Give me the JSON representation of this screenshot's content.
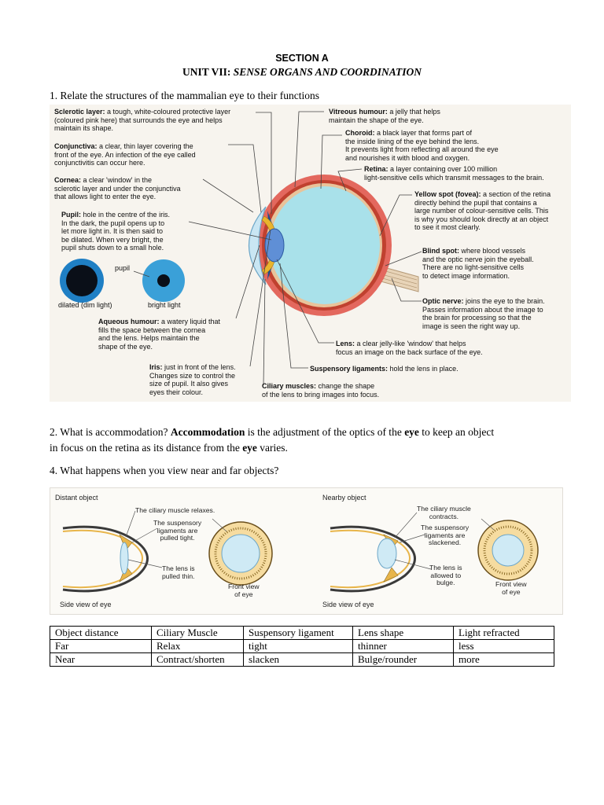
{
  "header": {
    "section": "SECTION A",
    "unit_prefix": "UNIT VII: ",
    "unit_title": "SENSE ORGANS AND COORDINATION"
  },
  "q1": "1. Relate the structures of the mammalian eye to their functions",
  "diagram1": {
    "sclerotic_term": "Sclerotic layer:",
    "sclerotic_text": " a tough, white-coloured protective layer\n(coloured pink here) that surrounds the eye and helps\nmaintain its shape.",
    "conjunctiva_term": "Conjunctiva:",
    "conjunctiva_text": " a clear, thin layer covering the\nfront of the eye. An infection of the eye called\nconjunctivitis can occur here.",
    "cornea_term": "Cornea:",
    "cornea_text": " a clear 'window' in the\nsclerotic layer and under the conjunctiva\nthat allows light to enter the eye.",
    "pupil_term": "Pupil:",
    "pupil_text": " hole in the centre of the iris.\nIn the dark, the pupil opens up to\nlet more light in. It is then said to\nbe dilated. When very bright, the\npupil shuts down to a small hole.",
    "pupil_label": "pupil",
    "dilated_label": "dilated (dim light)",
    "bright_label": "bright light",
    "aqueous_term": "Aqueous humour:",
    "aqueous_text": " a watery liquid that\nfills the space between the cornea\nand the lens. Helps maintain the\nshape of the eye.",
    "iris_term": "Iris:",
    "iris_text": " just in front of the lens.\nChanges size to control the\nsize of pupil. It also gives\neyes their colour.",
    "ciliary_term": "Ciliary muscles:",
    "ciliary_text": " change the shape\nof the lens to bring images into focus.",
    "vitreous_term": "Vitreous humour:",
    "vitreous_text": " a jelly that helps\nmaintain the shape of the eye.",
    "choroid_term": "Choroid:",
    "choroid_text": " a black layer that forms part of\nthe inside lining of the eye behind the lens.\nIt prevents light from reflecting all around the eye\nand nourishes it with blood and oxygen.",
    "retina_term": "Retina:",
    "retina_text": " a layer containing over 100 million\nlight-sensitive cells which transmit messages to the brain.",
    "yellow_term": "Yellow spot (fovea):",
    "yellow_text": " a section of  the retina\ndirectly behind the pupil that contains a\nlarge number of colour-sensitive cells. This\nis why you should look directly at an object\nto see it most clearly.",
    "blind_term": "Blind spot:",
    "blind_text": " where blood vessels\nand the optic nerve join the eyeball.\nThere are no light-sensitive cells\nto detect image information.",
    "optic_term": "Optic nerve:",
    "optic_text": " joins the eye to the brain.\nPasses information about the image to\nthe brain for processing so that the\nimage is seen the right way up.",
    "lens_term": "Lens:",
    "lens_text": " a clear jelly-like 'window' that helps\nfocus an image on the back surface of the eye.",
    "suspensory_term": "Suspensory ligaments:",
    "suspensory_text": " hold the lens in place."
  },
  "q2": {
    "prefix": "2. What is accommodation? ",
    "term": "Accommodation",
    "mid1": " is the adjustment of the optics of the ",
    "eye1": "eye",
    "mid2": " to keep an object",
    "line2a": "in focus on the retina as its distance from the ",
    "eye2": "eye",
    "line2b": " varies."
  },
  "q4": "4. What happens when you view near and far objects?",
  "diagram2": {
    "distant_title": "Distant object",
    "distant_ciliary": "The ciliary muscle relaxes.",
    "distant_ligaments": "The suspensory\nligaments are\npulled tight.",
    "distant_lens": "The lens is\npulled thin.",
    "distant_front": "Front view\nof eye",
    "distant_side": "Side view of eye",
    "nearby_title": "Nearby object",
    "nearby_ciliary": "The ciliary muscle\ncontracts.",
    "nearby_ligaments": "The suspensory\nligaments are\nslackened.",
    "nearby_lens": "The lens is\nallowed to\nbulge.",
    "nearby_front": "Front view\nof eye",
    "nearby_side": "Side view of eye"
  },
  "table": {
    "headers": [
      "Object distance",
      "Ciliary Muscle",
      "Suspensory ligament",
      "Lens shape",
      "Light refracted"
    ],
    "rows": [
      [
        "Far",
        "Relax",
        "tight",
        "thinner",
        "less"
      ],
      [
        "Near",
        "Contract/shorten",
        "slacken",
        "Bulge/rounder",
        "more"
      ]
    ]
  },
  "colors": {
    "sclera": "#e3685e",
    "vitreous": "#a9e1ea",
    "cornea": "#c9e6f3",
    "lens": "#5f8fd6",
    "ciliary": "#e9b42c",
    "iris_blue": "#1f7fc4"
  }
}
